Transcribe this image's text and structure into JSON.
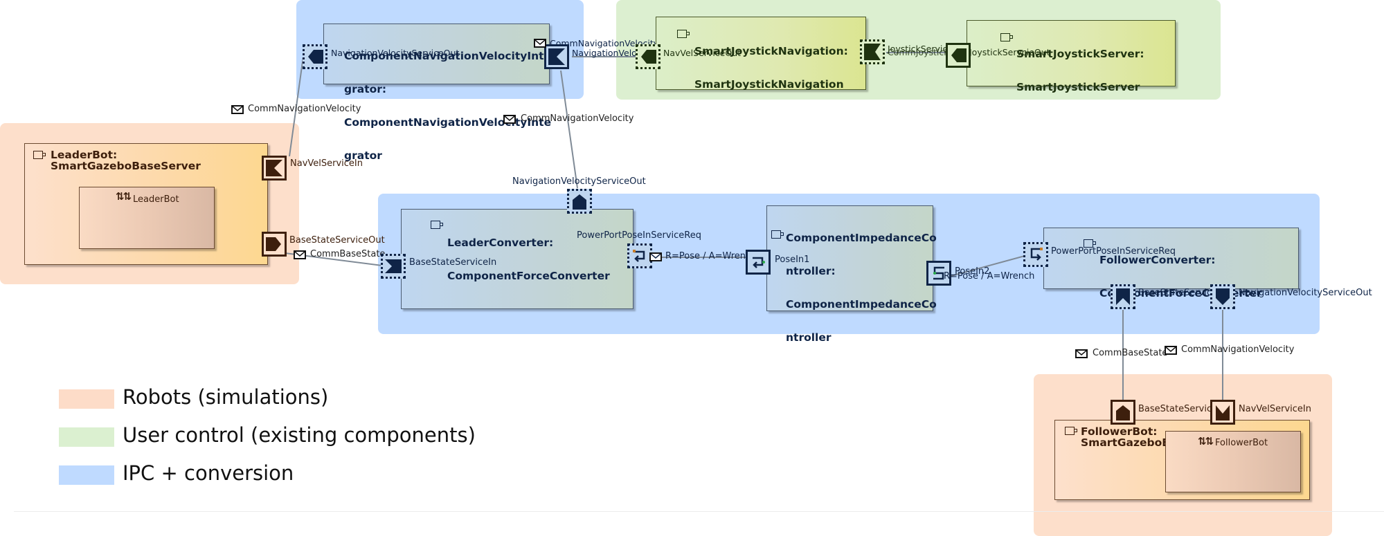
{
  "diagram": {
    "colors": {
      "robots_region": "#fdddc8",
      "user_control_region": "#dcefd0",
      "ipc_region": "#bfdaff",
      "wire": "#7f8a96"
    },
    "legend": [
      {
        "label": "Robots (simulations)",
        "color": "#fddcc8"
      },
      {
        "label": "User control (existing components)",
        "color": "#dbf0d0"
      },
      {
        "label": "IPC + conversion",
        "color": "#bfdaff"
      }
    ],
    "components": {
      "integrator": {
        "title": "ComponentNavigationVelocityIntegrator: ComponentNavigationVelocityIntegrator",
        "title_lines": [
          "ComponentNavigationVelocityInte",
          "grator:",
          "ComponentNavigationVelocityInte",
          "grator"
        ],
        "ports": {
          "left": "NavigationVelocityServiceOut",
          "right": "NavigationVelocityServiceOut"
        }
      },
      "joystick_navigation": {
        "title_lines": [
          "SmartJoystickNavigation:",
          "SmartJoystickNavigation"
        ],
        "ports": {
          "left": "NavVelServiceOut",
          "right": "JoystickServiceIn"
        }
      },
      "joystick_server": {
        "title_lines": [
          "SmartJoystickServer:",
          "SmartJoystickServer"
        ],
        "ports": {
          "left": "JoystickServcieOut"
        }
      },
      "leader_bot": {
        "title": "LeaderBot: SmartGazeboBaseServer",
        "inner": "LeaderBot",
        "ports": {
          "nav": "NavVelServiceIn",
          "base": "BaseStateServiceOut"
        }
      },
      "leader_converter": {
        "title_lines": [
          "LeaderConverter:",
          "ComponentForceConverter"
        ],
        "ports": {
          "top": "NavigationVelocityServiceOut",
          "left": "BaseStateServiceIn",
          "right": "PowerPortPoseInServiceReq"
        }
      },
      "impedance_controller": {
        "title_lines": [
          "ComponentImpedanceCo",
          "ntroller:",
          "ComponentImpedanceCo",
          "ntroller"
        ],
        "ports": {
          "left": "PoseIn1",
          "right": "PoseIn2"
        }
      },
      "follower_converter": {
        "title_lines": [
          "FollowerConverter:",
          "ComponentForceConverter"
        ],
        "ports": {
          "left": "PowerPortPoseInServiceReq",
          "bottom_left": "BaseStateServiceOut",
          "bottom_right": "NavigationVelocityServiceOut"
        }
      },
      "follower_bot": {
        "title": "FollowerBot: SmartGazeboBaseServer",
        "inner": "FollowerBot",
        "ports": {
          "base": "BaseStateServiceIn",
          "nav": "NavVelServiceIn"
        }
      }
    },
    "connections": {
      "c1": "CommNavigationVelocity",
      "c2": "CommNavigationVelocity",
      "c3": "CommNavigationVelocity",
      "c4": "CommJoystick",
      "c5": "CommBaseState",
      "c6": "R=Pose / A=Wrench",
      "c7": "R=Pose / A=Wrench",
      "c8": "CommBaseState",
      "c9": "CommNavigationVelocity"
    }
  }
}
